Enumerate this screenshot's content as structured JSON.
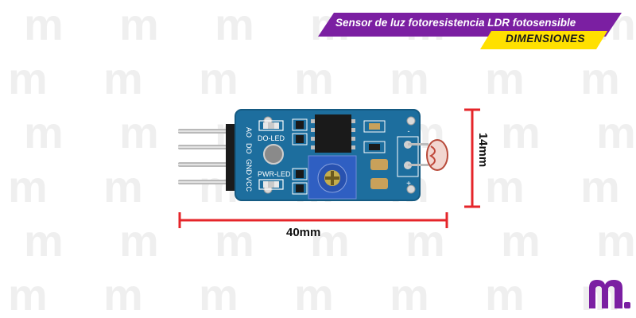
{
  "banner": {
    "title": "Sensor de luz fotoresistencia LDR fotosensible",
    "subtitle": "DIMENSIONES"
  },
  "dimensions": {
    "width": "40mm",
    "height": "14mm"
  },
  "board": {
    "pin_labels": [
      "AO",
      "DO",
      "GND",
      "VCC"
    ],
    "do_led_label": "DO-LED",
    "pwr_led_label": "PWR-LED"
  },
  "colors": {
    "banner_purple": "#7b1fa2",
    "banner_yellow": "#ffe000",
    "dimension_red": "#e5252a",
    "pcb_blue": "#1d6e9e",
    "brand": "#7b1fa2"
  },
  "watermark": {
    "glyph": "m",
    "logo_icon": "brand-m-logo-icon"
  }
}
